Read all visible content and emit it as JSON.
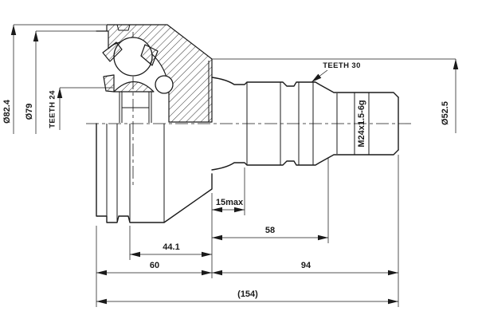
{
  "drawing": {
    "description": "CV joint half-section technical drawing",
    "colors": {
      "line": "#1a1a1a",
      "background": "#ffffff"
    },
    "labels": {
      "outer_diameter": "Ø82.4",
      "groove_diameter": "Ø79",
      "inner_spline": "TEETH 24",
      "shaft_spline": "TEETH 30",
      "thread_spec": "M24x1.5-6g",
      "back_diameter": "Ø52.5",
      "flange_length": "15max",
      "spline_section_length": "58",
      "body_inner_length": "44.1",
      "body_length": "60",
      "shaft_length": "94",
      "total_length": "(154)"
    }
  }
}
